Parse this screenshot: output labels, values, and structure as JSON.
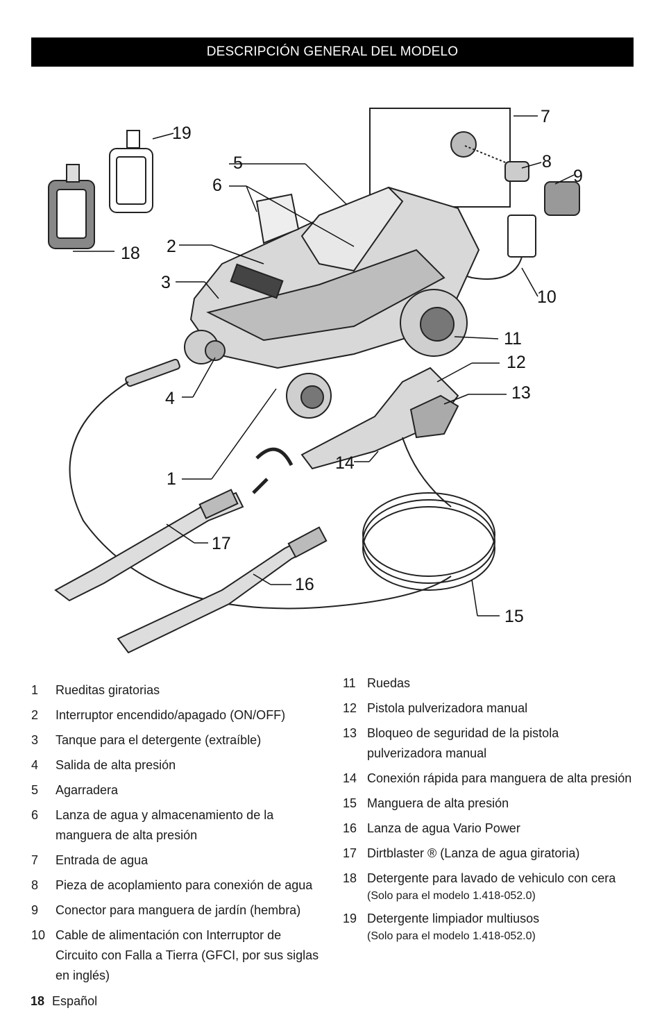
{
  "header": {
    "title": "DESCRIPCIÓN GENERAL DEL MODELO"
  },
  "diagram": {
    "callouts": [
      "1",
      "2",
      "3",
      "4",
      "5",
      "6",
      "7",
      "8",
      "9",
      "10",
      "11",
      "12",
      "13",
      "14",
      "15",
      "16",
      "17",
      "18",
      "19"
    ]
  },
  "legend_left": [
    {
      "num": "1",
      "text": "Rueditas giratorias"
    },
    {
      "num": "2",
      "text": "Interruptor encendido/apagado (ON/OFF)"
    },
    {
      "num": "3",
      "text": "Tanque para el detergente (extraíble)"
    },
    {
      "num": "4",
      "text": "Salida de alta presión"
    },
    {
      "num": "5",
      "text": "Agarradera"
    },
    {
      "num": "6",
      "text": "Lanza de agua y almacenamiento de la manguera de alta presión"
    },
    {
      "num": "7",
      "text": "Entrada de agua"
    },
    {
      "num": "8",
      "text": "Pieza de acoplamiento para conexión de agua"
    },
    {
      "num": "9",
      "text": "Conector para manguera de jardín (hembra)"
    },
    {
      "num": "10",
      "text": "Cable de alimentación con Interruptor de Circuito con Falla a Tierra (GFCI, por sus siglas en inglés)"
    }
  ],
  "legend_right": [
    {
      "num": "11",
      "text": "Ruedas"
    },
    {
      "num": "12",
      "text": "Pistola pulverizadora manual"
    },
    {
      "num": "13",
      "text": "Bloqueo de seguridad de la pistola pulverizadora manual"
    },
    {
      "num": "14",
      "text": "Conexión rápida para manguera de alta presión"
    },
    {
      "num": "15",
      "text": "Manguera de alta presión"
    },
    {
      "num": "16",
      "text": "Lanza de agua Vario Power"
    },
    {
      "num": "17",
      "text": "Dirtblaster ® (Lanza de agua giratoria)"
    },
    {
      "num": "18",
      "text": "Detergente para lavado de vehiculo con cera",
      "note": "(Solo para el modelo 1.418-052.0)"
    },
    {
      "num": "19",
      "text": "Detergente limpiador multiusos",
      "note": "(Solo para el modelo 1.418-052.0)"
    }
  ],
  "footer": {
    "page": "18",
    "language": "Español"
  }
}
